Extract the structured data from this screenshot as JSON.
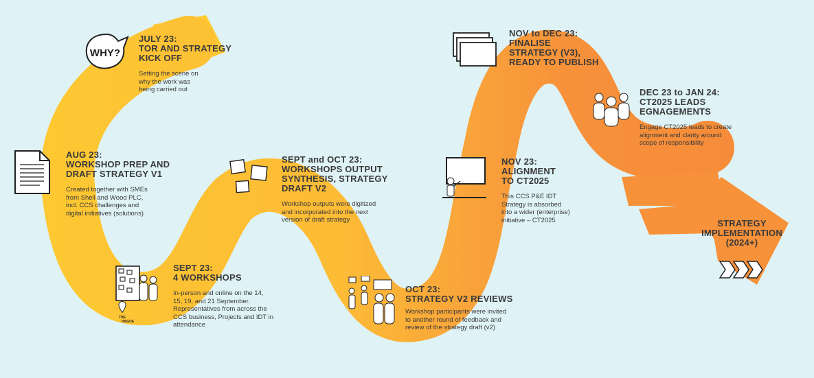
{
  "milestones": [
    {
      "title": [
        "JULY 23:",
        "TOR AND STRATEGY",
        "KICK OFF"
      ],
      "desc": [
        "Setting the scene on",
        "why the work was",
        "being carried out"
      ]
    },
    {
      "title": [
        "AUG 23:",
        "WORKSHOP PREP AND",
        "DRAFT STRATEGY V1"
      ],
      "desc": [
        "Created together with SMEs",
        "from Shell and Wood PLC,",
        "incl. CCS challenges and",
        "digital initiatives (solutions)"
      ]
    },
    {
      "title": [
        "SEPT 23:",
        "4 WORKSHOPS"
      ],
      "desc": [
        "In-person and online on the 14,",
        "15, 19, and 21 September.",
        "Representatives from across the",
        "CCS business, Projects and IDT in",
        "attendance"
      ]
    },
    {
      "title": [
        "SEPT and OCT 23:",
        "WORKSHOPS OUTPUT",
        "SYNTHESIS, STRATEGY",
        "DRAFT V2"
      ],
      "desc": [
        "Workshop outputs were digitized",
        "and incorporated into the next",
        "version of draft strategy"
      ]
    },
    {
      "title": [
        "OCT 23:",
        "STRATEGY V2 REVIEWS"
      ],
      "desc": [
        "Workshop participants were invited",
        "to another round of feedback and",
        "review of the strategy draft (v2)"
      ]
    },
    {
      "title": [
        "NOV 23:",
        "ALIGNMENT",
        "TO CT2025"
      ],
      "desc": [
        "This CCS P&E IDT",
        "Strategy is absorbed",
        "into a wider (enterprise)",
        "initiative – CT2025"
      ]
    },
    {
      "title": [
        "NOV to DEC 23:",
        "FINALISE",
        "STRATEGY (V3),",
        "READY TO PUBLISH"
      ],
      "desc": []
    },
    {
      "title": [
        "DEC 23 to JAN 24:",
        "CT2025 LEADS",
        "EGNAGEMENTS"
      ],
      "desc": [
        "Engage CT2025 leads to create",
        "alignment and clarity around",
        "scope of responsibility"
      ]
    },
    {
      "title": [
        "STRATEGY",
        "IMPLEMENTATION",
        "(2024+)"
      ],
      "desc": []
    }
  ],
  "icons": {
    "why_bubble_text": "WHY?",
    "map_pin_caption": [
      "THE",
      "HAGUE"
    ]
  },
  "colors": {
    "background": "#dff3f6",
    "road_yellow": "#fdc830",
    "road_orange": "#f7913a",
    "text": "#3a3a3a"
  }
}
